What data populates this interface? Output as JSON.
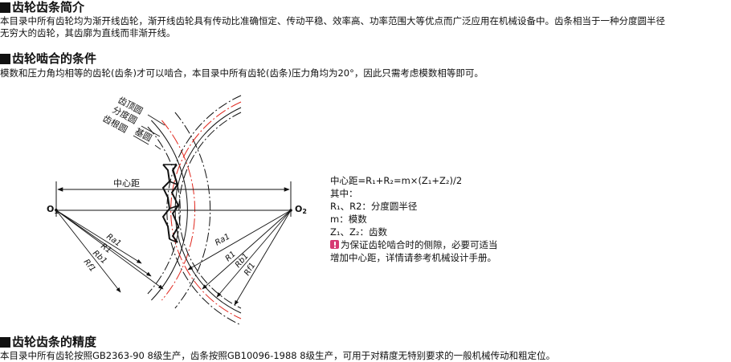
{
  "intro": {
    "title": "齿轮齿条简介",
    "line1": "本目录中所有齿轮均为渐开线齿轮，渐开线齿轮具有传动比准确恒定、传动平稳、效率高、功率范围大等优点而广泛应用在机械设备中。齿条相当于一种分度圆半径",
    "line2": "无穷大的齿轮，其齿廓为直线而非渐开线。"
  },
  "meshing": {
    "title": "齿轮啮合的条件",
    "line1": "模数和压力角均相等的齿轮(齿条)才可以啮合，本目录中所有齿轮(齿条)压力角均为20°，因此只需考虑模数相等即可。"
  },
  "diagram": {
    "labels": {
      "tip_circle": "齿顶圆",
      "pitch_circle": "分度圆",
      "root_circle": "齿根圆",
      "base_circle": "基圆",
      "center_distance": "中心距",
      "o1_main": "O",
      "o1_sub": "1",
      "o2_main": "O",
      "o2_sub": "2",
      "ra": "Ra1",
      "r": "R1",
      "rb": "Rb1",
      "rf": "Rf1"
    },
    "colors": {
      "pitch_line": "#e0261c",
      "line": "#111111"
    }
  },
  "formula": {
    "line1": "中心距=R₁+R₂=m×(Z₁+Z₂)/2",
    "line2": "其中：",
    "line3": "R₁、R2：分度圆半径",
    "line4": "m：模数",
    "line5": "Z₁、Z₂：齿数",
    "warning_icon": "warning-icon",
    "line6": "为保证齿轮啮合时的侧隙，必要可适当",
    "line7": "增加中心距，详情请参考机械设计手册。"
  },
  "precision": {
    "title": "齿轮齿条的精度",
    "line1": "本目录中所有齿轮按照GB2363-90 8级生产，齿条按照GB10096-1988 8级生产，可用于对精度无特别要求的一般机械传动和粗定位。"
  }
}
